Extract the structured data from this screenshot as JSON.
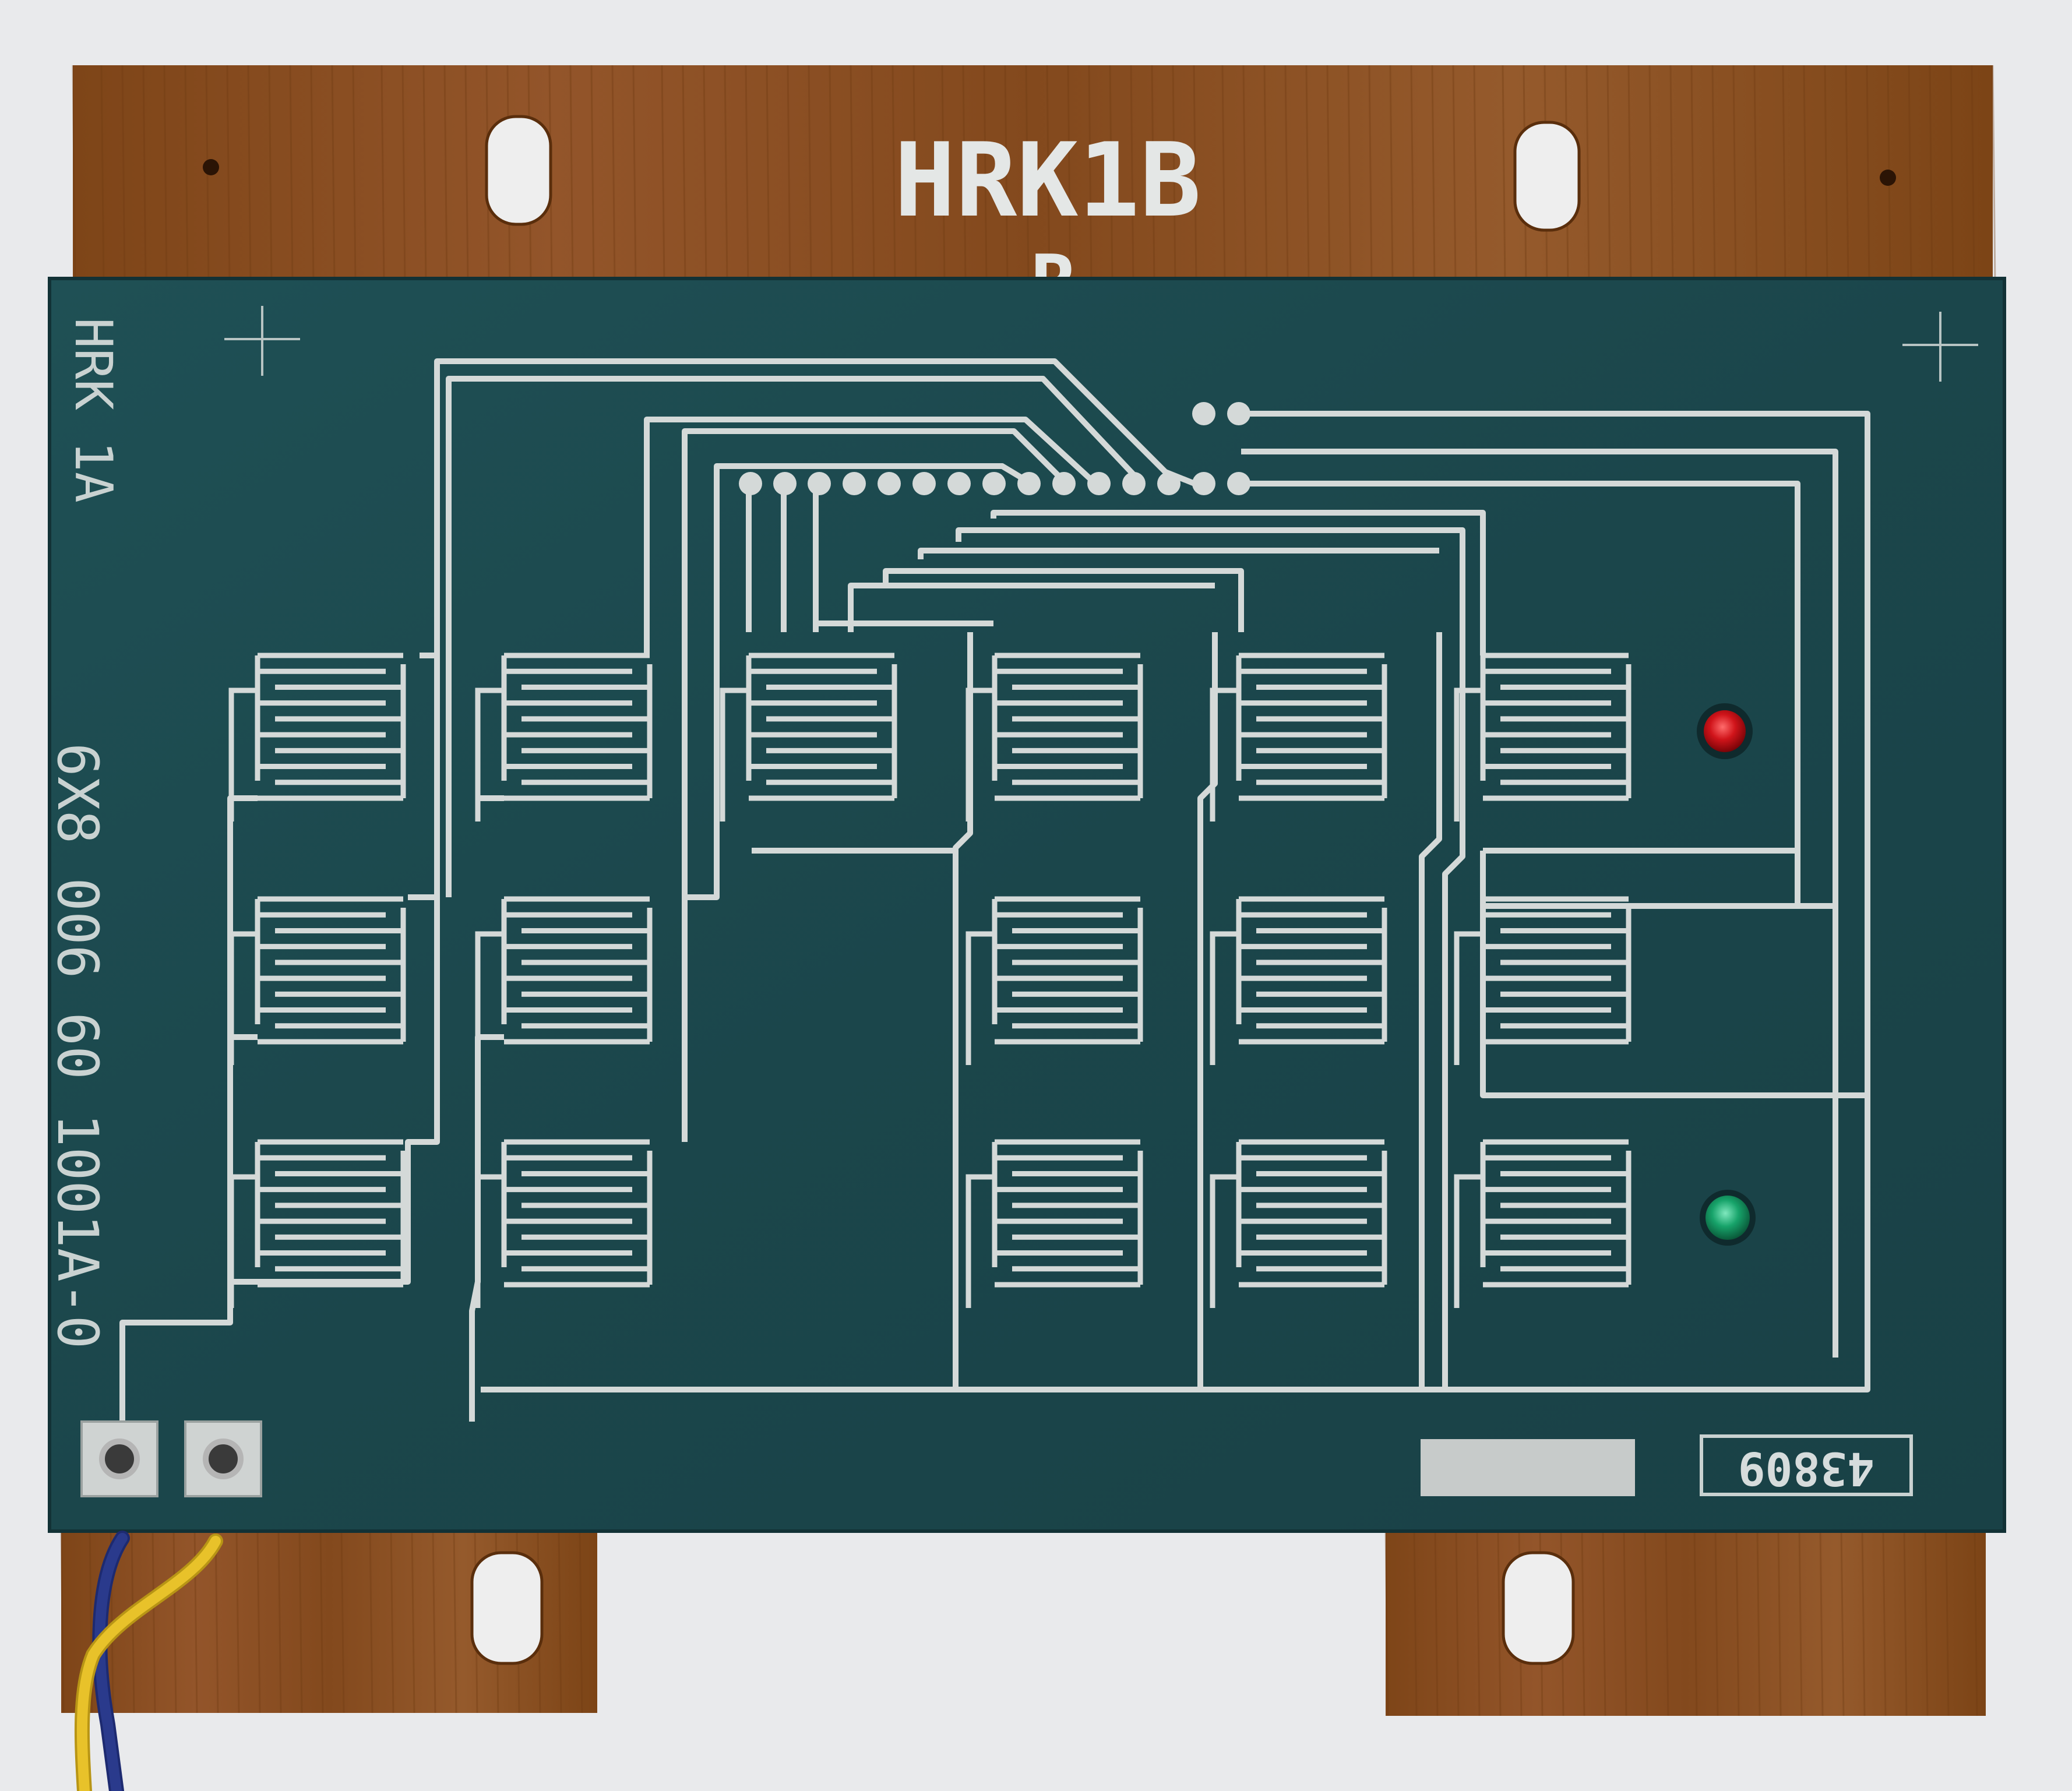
{
  "board": {
    "top_label": "HRK1B",
    "top_label_partial": "R",
    "side_label": "HRK 1A",
    "part_number": "6X8 006 60 1001A-0",
    "serial_number": "43809"
  },
  "keypad": {
    "rows": 3,
    "columns": 6,
    "present_keys": [
      [
        1,
        1,
        1,
        1,
        1,
        1
      ],
      [
        1,
        1,
        0,
        1,
        1,
        1
      ],
      [
        1,
        1,
        0,
        1,
        1,
        1
      ]
    ]
  },
  "leds": [
    {
      "name": "red-led",
      "color": "#d0141a"
    },
    {
      "name": "green-led",
      "color": "#17a36a"
    }
  ],
  "colors": {
    "pcb": "#1d4a4f",
    "backplate": "#8a4d1e",
    "traces": "#d4d9d8",
    "background": "#e9eaec",
    "wire_yellow": "#e8c22a",
    "wire_blue": "#2a3a8c"
  }
}
